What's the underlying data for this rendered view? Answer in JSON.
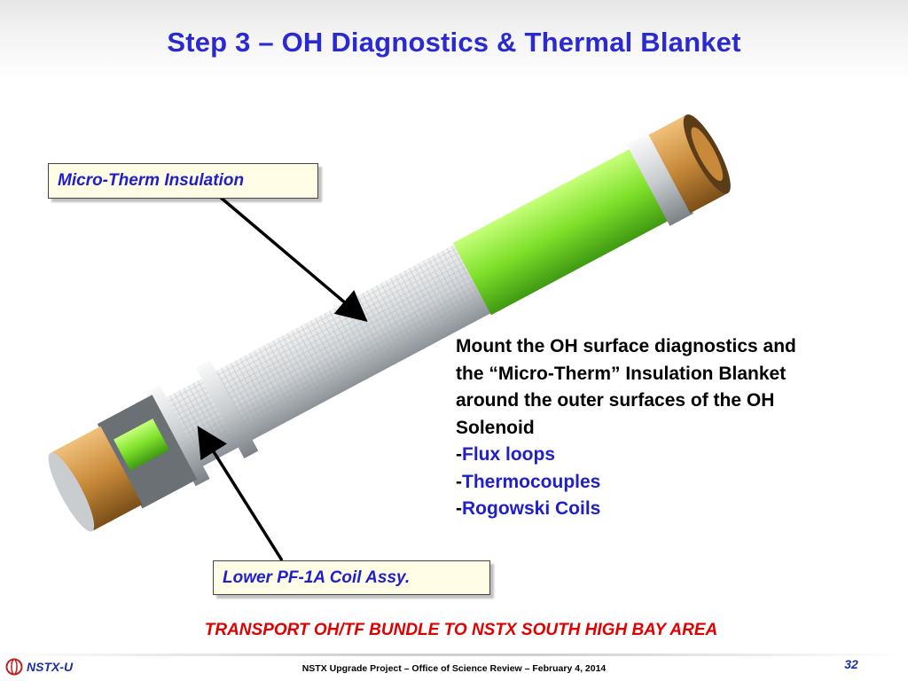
{
  "slide": {
    "title": "Step 3 – OH Diagnostics & Thermal Blanket"
  },
  "callouts": {
    "top": "Micro-Therm Insulation",
    "bottom": "Lower PF-1A Coil Assy."
  },
  "description": {
    "lines": [
      "Mount the OH surface diagnostics and",
      "the “Micro-Therm” Insulation Blanket",
      "around the outer surfaces of the OH",
      "Solenoid"
    ],
    "bullets": [
      {
        "dash": "-",
        "text": "Flux loops"
      },
      {
        "dash": "-",
        "text": "Thermocouples"
      },
      {
        "dash": "-",
        "text": "Rogowski Coils"
      }
    ]
  },
  "transport_note": "TRANSPORT OH/TF BUNDLE TO NSTX SOUTH HIGH BAY AREA",
  "footer": {
    "logo_text": "NSTX-U",
    "center_text": "NSTX Upgrade Project – Office of Science Review – February 4, 2014",
    "page_number": "32"
  },
  "colors": {
    "title": "#2a2ad0",
    "highlight": "#e00000",
    "insulation_green": "#7ee02a",
    "coil_copper": "#c88a3a"
  },
  "icons": [
    "nstx-logo-icon",
    "arrow-icon"
  ]
}
